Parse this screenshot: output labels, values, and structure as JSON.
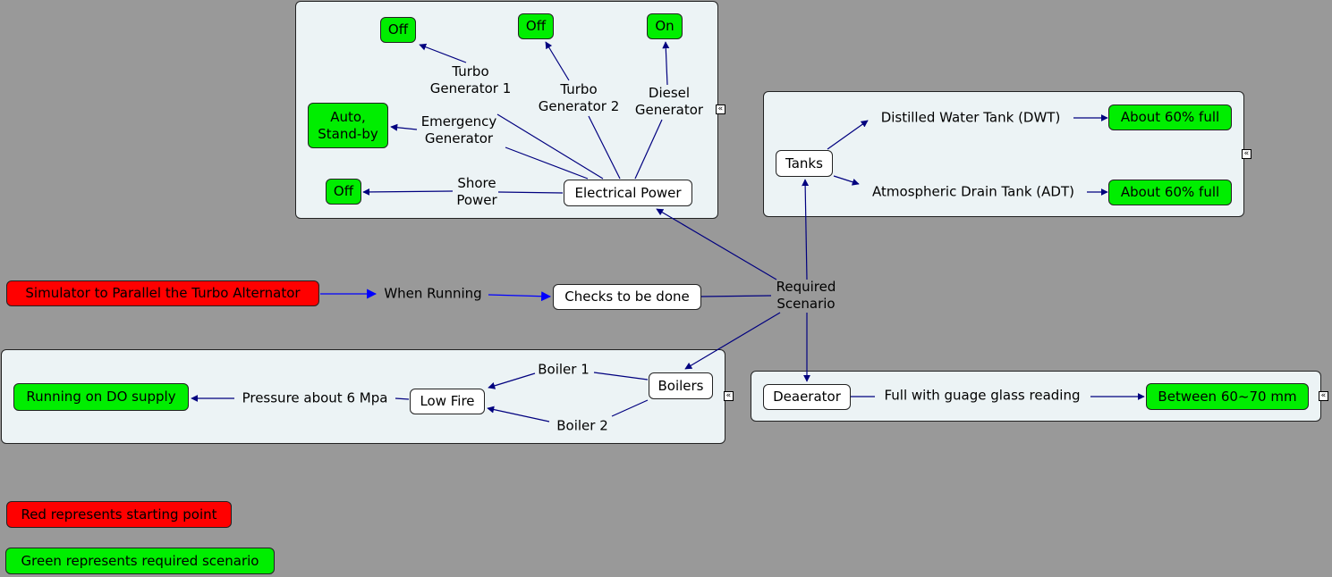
{
  "colors": {
    "background": "#999999",
    "group_fill": "#ecf3f5",
    "green": "#00ee00",
    "red": "#ff0000",
    "link": "#00007f"
  },
  "collapse_icon": "collapse-double-chevron-icon",
  "nodes": {
    "start": "Simulator to Parallel the Turbo Alternator",
    "checks": "Checks to be done",
    "electrical_power": "Electrical Power",
    "tg1_state": "Off",
    "tg2_state": "Off",
    "diesel_state": "On",
    "emergency_state": "Auto,\nStand-by",
    "shore_state": "Off",
    "tanks": "Tanks",
    "dwt_state": "About 60% full",
    "adt_state": "About 60% full",
    "boilers": "Boilers",
    "low_fire": "Low Fire",
    "do_supply": "Running on DO supply",
    "deaerator": "Deaerator",
    "deaerator_state": "Between 60~70 mm"
  },
  "link_labels": {
    "when_running": "When Running",
    "required_scenario": "Required\nScenario",
    "turbo_gen_1": "Turbo\nGenerator 1",
    "turbo_gen_2": "Turbo\nGenerator 2",
    "diesel_gen": "Diesel\nGenerator",
    "emergency_gen": "Emergency\nGenerator",
    "shore_power": "Shore\nPower",
    "dwt": "Distilled Water Tank (DWT)",
    "adt": "Atmospheric Drain Tank (ADT)",
    "boiler_1": "Boiler 1",
    "boiler_2": "Boiler 2",
    "pressure": "Pressure about 6 Mpa",
    "full_gauge": "Full with guage glass reading"
  },
  "legend": {
    "red": "Red represents starting point",
    "green": "Green represents required scenario"
  }
}
